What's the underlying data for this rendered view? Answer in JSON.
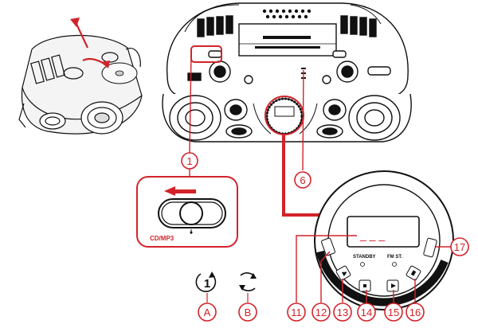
{
  "callouts": {
    "c1": "1",
    "c6": "6",
    "c11": "11",
    "c12": "12",
    "c13": "13",
    "c14": "14",
    "c15": "15",
    "c16": "16",
    "c17": "17",
    "cA": "A",
    "cB": "B"
  },
  "switch_inset": {
    "label": "CD/MP3"
  },
  "control_panel": {
    "display_text": "_ _ _",
    "standby_label": "STANDBY",
    "fm_st_label": "FM ST."
  },
  "icons": {
    "A": "repeat-one-icon",
    "B": "repeat-all-icon"
  },
  "colors": {
    "accent": "#d2232a",
    "line": "#111111"
  }
}
